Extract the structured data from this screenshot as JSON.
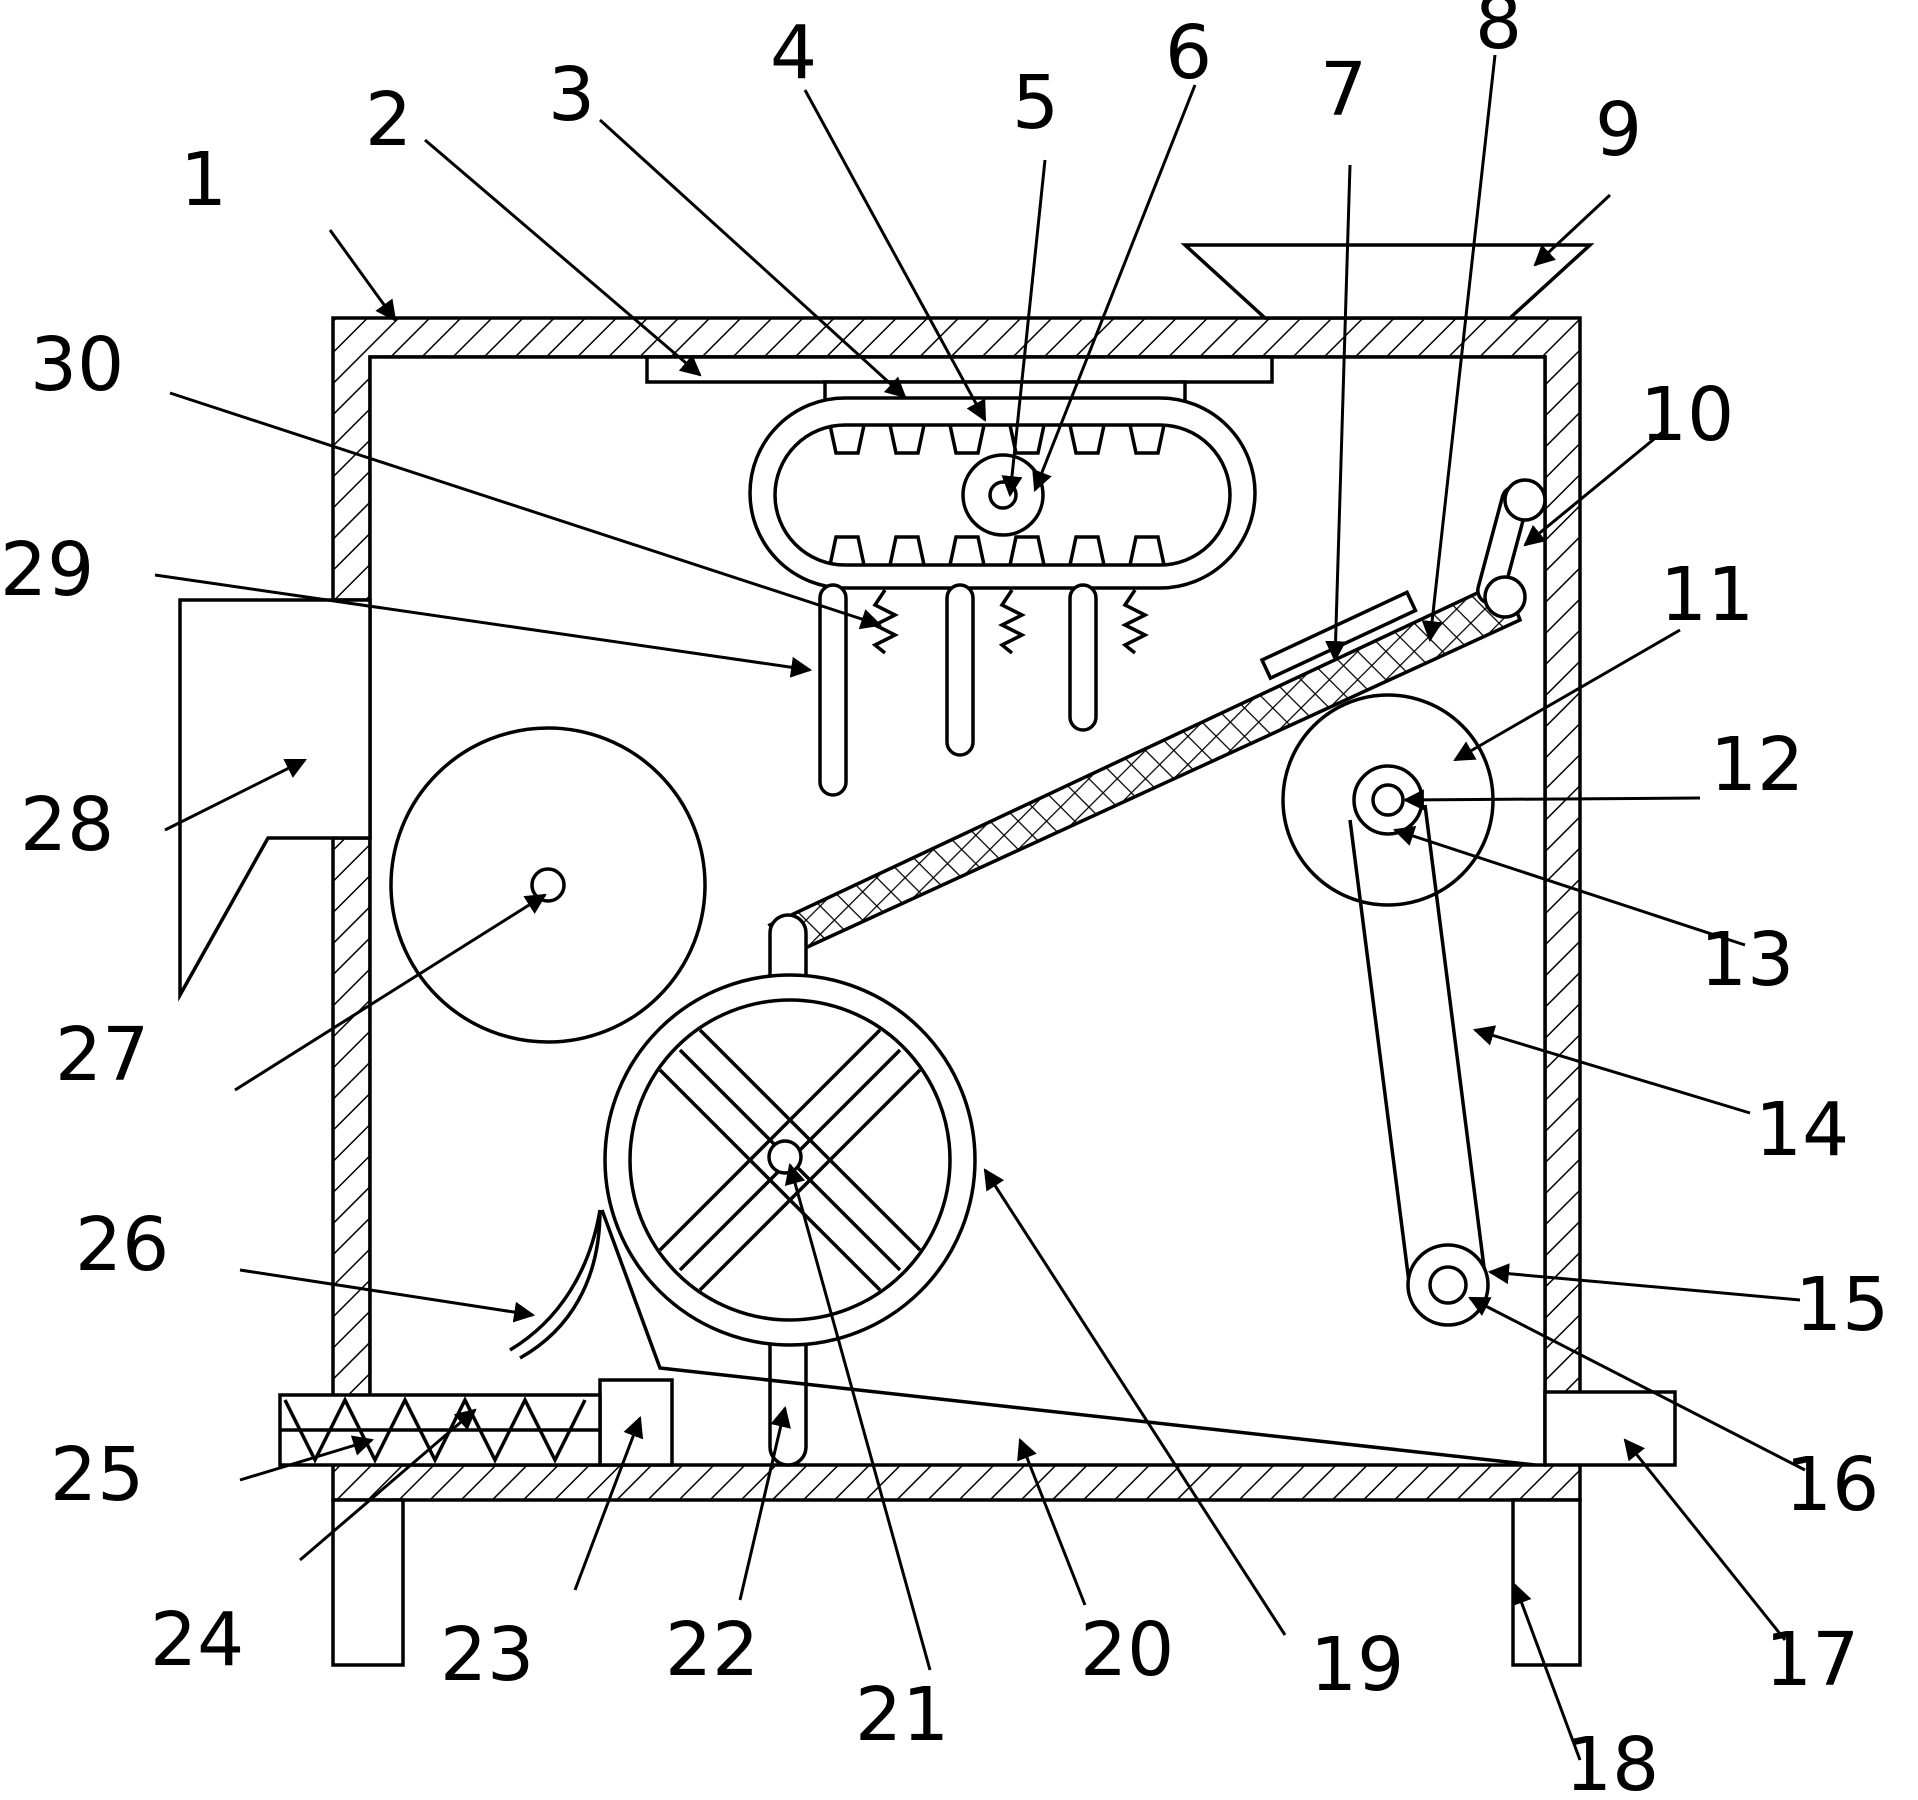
{
  "figure": {
    "labels": [
      "1",
      "2",
      "3",
      "4",
      "5",
      "6",
      "7",
      "8",
      "9",
      "10",
      "11",
      "12",
      "13",
      "14",
      "15",
      "16",
      "17",
      "18",
      "19",
      "20",
      "21",
      "22",
      "23",
      "24",
      "25",
      "26",
      "27",
      "28",
      "29",
      "30"
    ]
  }
}
